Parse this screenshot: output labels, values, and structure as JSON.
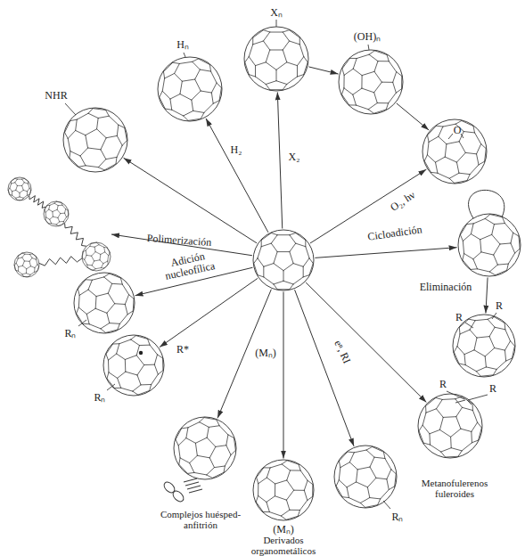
{
  "diagram": {
    "nodes": [
      {
        "text": [
          "Xₙ"
        ]
      },
      {
        "text": [
          "(OH)ₙ"
        ]
      },
      {
        "text": [
          "Hₙ"
        ]
      },
      {
        "text": [
          "NHR"
        ]
      },
      {
        "text": [
          "O"
        ]
      },
      {
        "text": []
      },
      {
        "text": []
      },
      {
        "text": []
      },
      {
        "text": [
          "Rₙ"
        ]
      },
      {
        "text": [
          "R",
          "R"
        ]
      },
      {
        "text": [
          "Rₙ"
        ]
      },
      {
        "text": [
          "R",
          "R",
          "Metanofulerenos fuleroides"
        ]
      },
      {
        "text": [
          "Complejos huésped-anfitrión"
        ]
      },
      {
        "text": [
          "Rₙ"
        ]
      },
      {
        "text": [
          "(Mₙ)",
          "Derivados organometálicos"
        ]
      }
    ],
    "edges": [
      {
        "from": 6,
        "to": 2,
        "label": "H₂",
        "arrow": "to"
      },
      {
        "from": 6,
        "to": 0,
        "label": "X₂",
        "arrow": "to"
      },
      {
        "from": 0,
        "to": 1,
        "arrow": "to"
      },
      {
        "from": 1,
        "to": 4,
        "arrow": "to"
      },
      {
        "from": 6,
        "to": 4,
        "label": "O₂, hν",
        "arrow": "to"
      },
      {
        "from": 6,
        "to": 7,
        "label": "Cicloadición",
        "arrow": "to"
      },
      {
        "from": 7,
        "to": 9,
        "label": "Eliminación",
        "arrow": "to"
      },
      {
        "from": 6,
        "to": 11,
        "arrow": "to"
      },
      {
        "from": 6,
        "to": 13,
        "label": "eⁿ, RI",
        "arrow": "to"
      },
      {
        "from": 6,
        "to": 14,
        "label": "(Mₙ)",
        "arrow": "to"
      },
      {
        "from": 6,
        "to": 12,
        "arrow": "to"
      },
      {
        "from": 6,
        "to": 10,
        "label": "R*",
        "arrow": "to"
      },
      {
        "from": 6,
        "to": 8,
        "label": "Adición nucleofílica",
        "arrow": "to"
      },
      {
        "from": 6,
        "to": 5,
        "label": "Polimerización",
        "arrow": "to"
      },
      {
        "from": 6,
        "to": 3,
        "arrow": "to"
      }
    ]
  }
}
